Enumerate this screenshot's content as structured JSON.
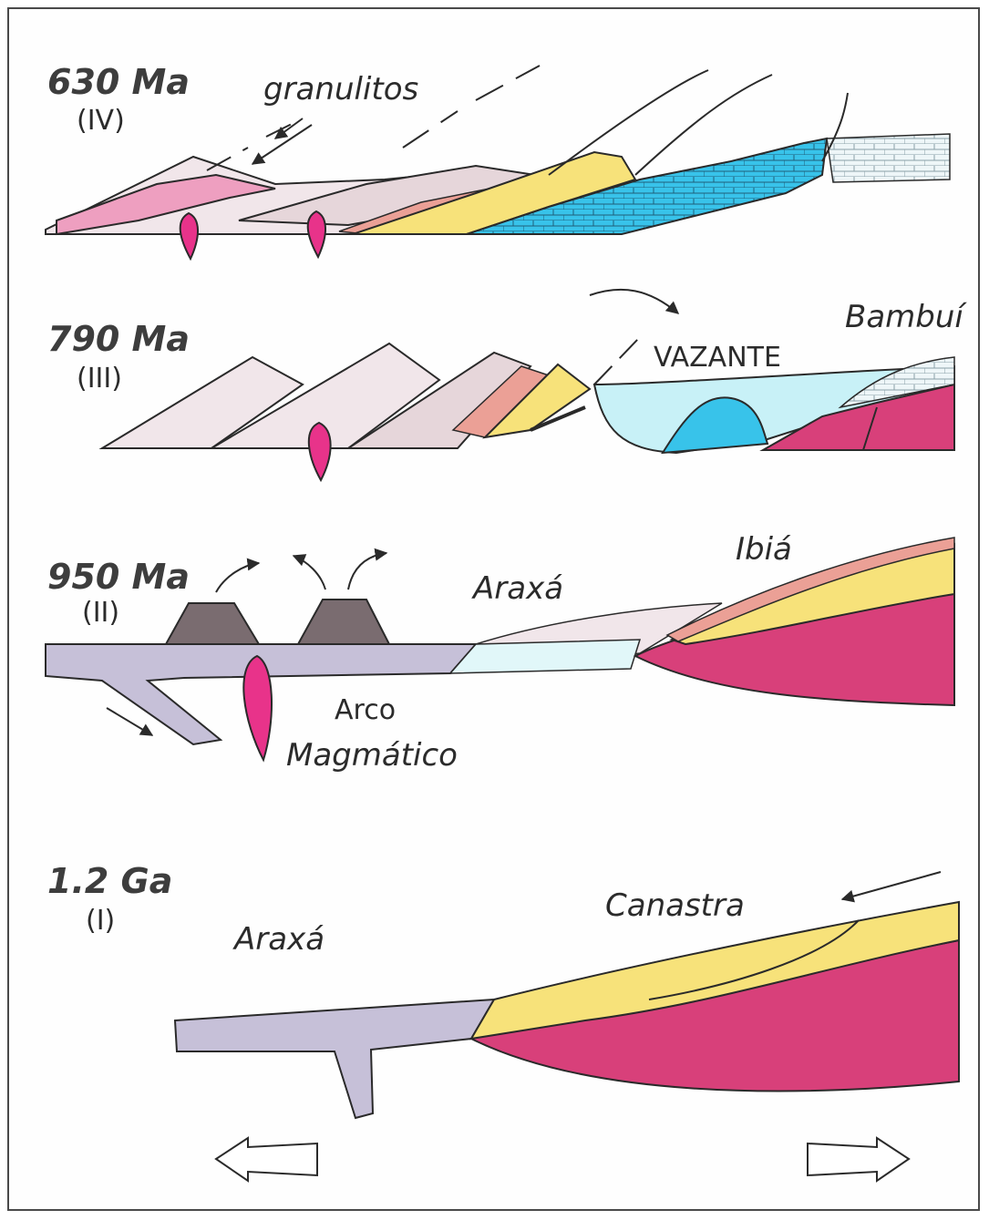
{
  "colors": {
    "magenta": "#d8407a",
    "pink_light": "#ee9fc0",
    "pale_pink": "#f1e6ea",
    "salmon": "#eba096",
    "yellow": "#f7e27a",
    "cyan": "#38c3ea",
    "light_cyan": "#c8f1f7",
    "lavender": "#c6c0d8",
    "gray_brown": "#7a6c70",
    "carbonate": "#eef6f8"
  },
  "panels": [
    {
      "age": "630 Ma",
      "stage": "(IV)",
      "labels": {
        "granulitos": "granulitos"
      }
    },
    {
      "age": "790 Ma",
      "stage": "(III)",
      "labels": {
        "vazante": "VAZANTE",
        "bambui": "Bambuí"
      }
    },
    {
      "age": "950 Ma",
      "stage": "(II)",
      "labels": {
        "ibia": "Ibiá",
        "araxa": "Araxá",
        "arco": "Arco",
        "magmatico": "Magmático"
      }
    },
    {
      "age": "1.2 Ga",
      "stage": "(I)",
      "labels": {
        "canastra": "Canastra",
        "araxa": "Araxá"
      }
    }
  ],
  "icons": {
    "extension_arrow_left": "hollow-arrow-left-icon",
    "extension_arrow_right": "hollow-arrow-right-icon"
  }
}
